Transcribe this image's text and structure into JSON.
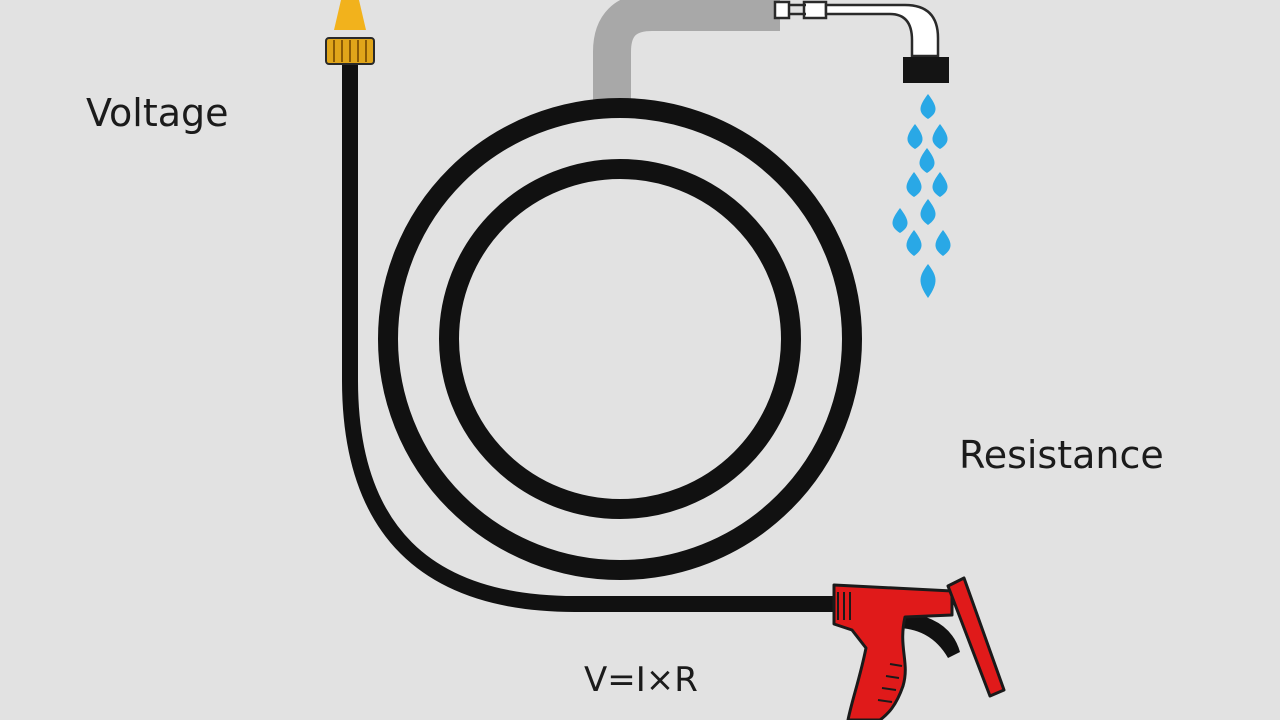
{
  "labels": {
    "voltage": "Voltage",
    "resistance": "Resistance",
    "formula": "V=I×R"
  },
  "colors": {
    "background": "#e2e2e2",
    "hose": "#111111",
    "pipe": "#a8a8a8",
    "faucet_outline": "#2a2a2a",
    "nozzle_tip": "#f2b21c",
    "nozzle_collar": "#e0a51a",
    "water_drop": "#29a8e6",
    "spray_gun": "#e01a1a"
  },
  "icons": {
    "faucet": "faucet-icon",
    "water": "water-drop-icon",
    "nozzle": "nozzle-icon",
    "spray_gun": "spray-gun-icon"
  }
}
